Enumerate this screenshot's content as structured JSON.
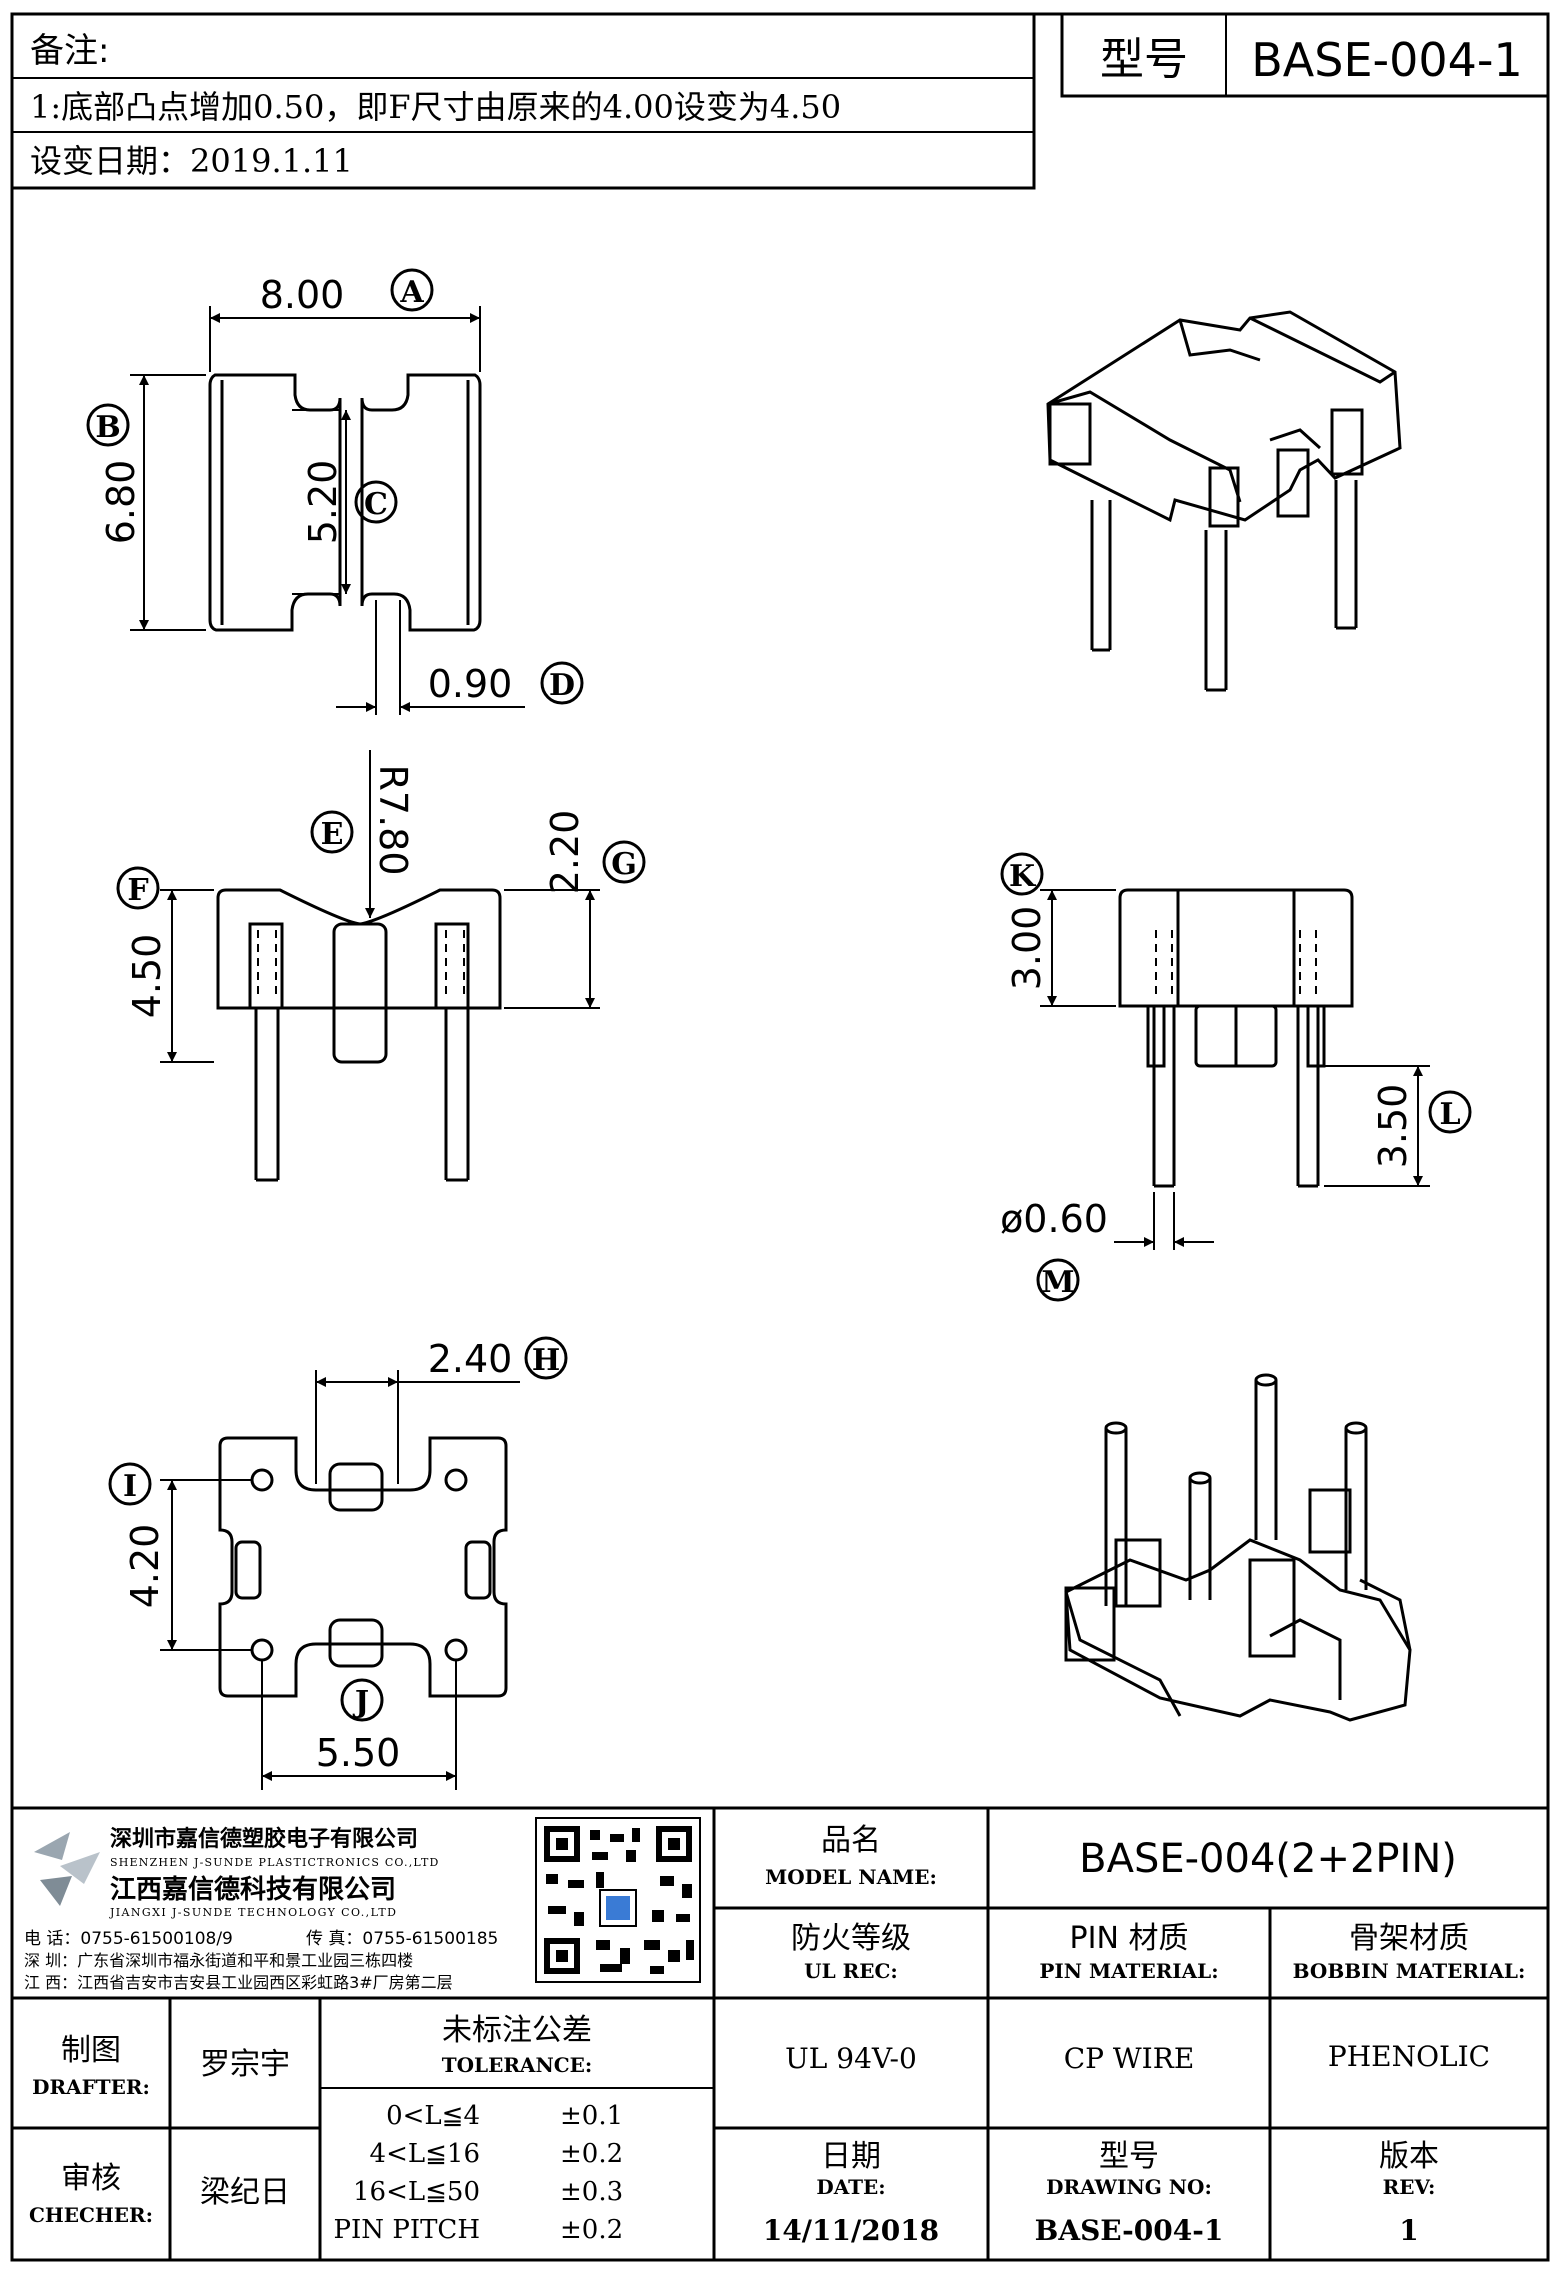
{
  "header": {
    "notes_label": "备注:",
    "note1": "1:底部凸点增加0.50，即F尺寸由原来的4.00设变为4.50",
    "change_date": "设变日期：2019.1.11",
    "model_label": "型号",
    "model_value": "BASE-004-1"
  },
  "dimensions": {
    "A": {
      "value": "8.00",
      "tag": "A"
    },
    "B": {
      "value": "6.80",
      "tag": "B"
    },
    "C": {
      "value": "5.20",
      "tag": "C"
    },
    "D": {
      "value": "0.90",
      "tag": "D"
    },
    "E": {
      "value": "R7.80",
      "tag": "E"
    },
    "F": {
      "value": "4.50",
      "tag": "F"
    },
    "G": {
      "value": "2.20",
      "tag": "G"
    },
    "H": {
      "value": "2.40",
      "tag": "H"
    },
    "I": {
      "value": "4.20",
      "tag": "I"
    },
    "J": {
      "value": "5.50",
      "tag": "J"
    },
    "K": {
      "value": "3.00",
      "tag": "K"
    },
    "L": {
      "value": "3.50",
      "tag": "L"
    },
    "M": {
      "value": "ø0.60",
      "tag": "M"
    }
  },
  "company": {
    "name1": "深圳市嘉信德塑胶电子有限公司",
    "name1_en": "SHENZHEN J-SUNDE PLASTICTRONICS CO.,LTD",
    "name2": "江西嘉信德科技有限公司",
    "name2_en": "JIANGXI J-SUNDE TECHNOLOGY CO.,LTD",
    "phone": "电 话：0755-61500108/9",
    "fax": "传 真：0755-61500185",
    "addr_sz": "深 圳：广东省深圳市福永街道和平和景工业园三栋四楼",
    "addr_jx": "江 西：江西省吉安市吉安县工业园西区彩虹路3#厂房第二层"
  },
  "titleblock": {
    "model_name_cn": "品名",
    "model_name_en": "MODEL NAME:",
    "model_name_value": "BASE-004(2+2PIN)",
    "ul_cn": "防火等级",
    "ul_en": "UL REC:",
    "pin_cn": "PIN 材质",
    "pin_en": "PIN MATERIAL:",
    "bobbin_cn": "骨架材质",
    "bobbin_en": "BOBBIN MATERIAL:",
    "drafter_cn": "制图",
    "drafter_en": "DRAFTER:",
    "drafter_value": "罗宗宇",
    "tolerance_cn": "未标注公差",
    "tolerance_en": "TOLERANCE:",
    "ul_value": "UL 94V-0",
    "pin_value": "CP WIRE",
    "bobbin_value": "PHENOLIC",
    "checker_cn": "审核",
    "checker_en": "CHECHER:",
    "checker_value": "梁纪日",
    "tol_rows": [
      {
        "range": "0<L≦4",
        "value": "±0.1"
      },
      {
        "range": "4<L≦16",
        "value": "±0.2"
      },
      {
        "range": "16<L≦50",
        "value": "±0.3"
      },
      {
        "range": "PIN PITCH",
        "value": "±0.2"
      }
    ],
    "date_cn": "日期",
    "date_en": "DATE:",
    "date_value": "14/11/2018",
    "drawing_no_cn": "型号",
    "drawing_no_en": "DRAWING NO:",
    "drawing_no_value": "BASE-004-1",
    "rev_cn": "版本",
    "rev_en": "REV:",
    "rev_value": "1"
  }
}
